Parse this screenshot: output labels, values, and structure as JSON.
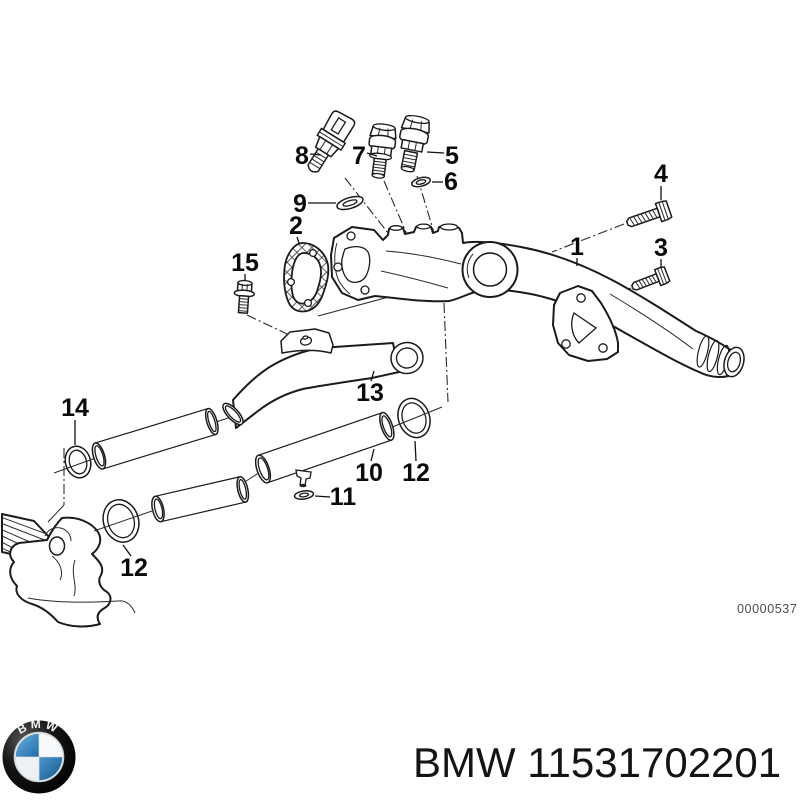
{
  "page": {
    "background": "#ffffff"
  },
  "diagram": {
    "drawing_number": "00000537",
    "line_color": "#1b1b1b",
    "callouts": [
      {
        "part": "8"
      },
      {
        "part": "7"
      },
      {
        "part": "5"
      },
      {
        "part": "6"
      },
      {
        "part": "9"
      },
      {
        "part": "2"
      },
      {
        "part": "15"
      },
      {
        "part": "4"
      },
      {
        "part": "3"
      },
      {
        "part": "1"
      },
      {
        "part": "13"
      },
      {
        "part": "14"
      },
      {
        "part": "10"
      },
      {
        "part": "12"
      },
      {
        "part": "11"
      },
      {
        "part": "12"
      }
    ]
  },
  "footer": {
    "caption": "BMW 11531702201",
    "logo": {
      "letters": "BMW",
      "ring_color": "#0b0b0b",
      "blue": "#2c79b8",
      "white": "#f5f8fa"
    }
  }
}
